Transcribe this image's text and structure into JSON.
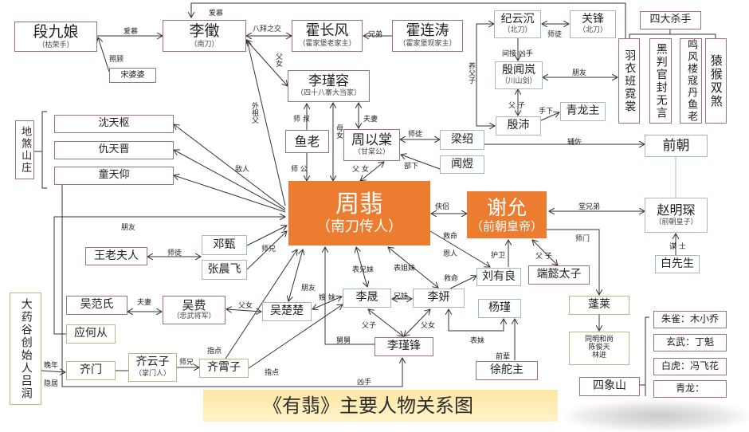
{
  "title": "《有翡》主要人物关系图",
  "colors": {
    "main": "#ec7c30",
    "border_maroon": "#a07373",
    "border_teal": "#9dbcc6",
    "title_bg": "#fde7a3"
  },
  "nodes": [
    {
      "id": "duanjiuniang",
      "name": "段九娘",
      "sub": "（枯荣手）"
    },
    {
      "id": "lizhi",
      "name": "李徵",
      "sub": "（南刀）"
    },
    {
      "id": "huochangfeng",
      "name": "霍长风",
      "sub": "（霍家堡老家主）"
    },
    {
      "id": "huoliantao",
      "name": "霍连涛",
      "sub": "（霍家堡现家主）"
    },
    {
      "id": "songpopo",
      "name": "宋婆婆",
      "sub": ""
    },
    {
      "id": "lijinrong",
      "name": "李瑾容",
      "sub": "（四十八寨大当家）"
    },
    {
      "id": "yulao",
      "name": "鱼老",
      "sub": ""
    },
    {
      "id": "zhouyitang",
      "name": "周以棠",
      "sub": "（甘棠公）"
    },
    {
      "id": "shentianshu",
      "name": "沈天枢",
      "sub": ""
    },
    {
      "id": "qiutianjin",
      "name": "仇天晋",
      "sub": ""
    },
    {
      "id": "tongtianyang",
      "name": "童天仰",
      "sub": ""
    },
    {
      "id": "dishashanzhuang",
      "name": "地煞山庄",
      "sub": ""
    },
    {
      "id": "jiyunchen",
      "name": "纪云沉",
      "sub": "（北刀）"
    },
    {
      "id": "guanfeng",
      "name": "关锋",
      "sub": "（北刀）"
    },
    {
      "id": "yinwenlan",
      "name": "殷闻岚",
      "sub": "（川山剑）"
    },
    {
      "id": "yinpei",
      "name": "殷沛",
      "sub": ""
    },
    {
      "id": "qinglongzhu",
      "name": "青龙主",
      "sub": ""
    },
    {
      "id": "sidashashou",
      "name": "四大杀手",
      "sub": ""
    },
    {
      "id": "yuyiban",
      "name": "羽衣班霓裳",
      "sub": ""
    },
    {
      "id": "heipanguan",
      "name": "黑判官封无言",
      "sub": ""
    },
    {
      "id": "mingfenglou",
      "name": "鸣风楼寇丹鱼老",
      "sub": ""
    },
    {
      "id": "yuanhou",
      "name": "猿猴双煞",
      "sub": ""
    },
    {
      "id": "liangshao",
      "name": "梁绍",
      "sub": ""
    },
    {
      "id": "wenyu",
      "name": "闻煜",
      "sub": ""
    },
    {
      "id": "qianchao",
      "name": "前朝",
      "sub": ""
    },
    {
      "id": "zhoufei",
      "name": "周翡",
      "sub": "（南刀传人）"
    },
    {
      "id": "xieyun",
      "name": "谢允",
      "sub": "（前朝皇帝）"
    },
    {
      "id": "zhaomingchen",
      "name": "赵明琛",
      "sub": "（前朝皇子）"
    },
    {
      "id": "baixiansheng",
      "name": "白先生",
      "sub": ""
    },
    {
      "id": "dengzhen",
      "name": "邓甄",
      "sub": ""
    },
    {
      "id": "zhangchenfei",
      "name": "张晨飞",
      "sub": ""
    },
    {
      "id": "wanglaofuren",
      "name": "王老夫人",
      "sub": ""
    },
    {
      "id": "wufanshi",
      "name": "吴范氏",
      "sub": ""
    },
    {
      "id": "wufei",
      "name": "吴费",
      "sub": "（忠武将军）"
    },
    {
      "id": "wuchuchu",
      "name": "吴楚楚",
      "sub": ""
    },
    {
      "id": "lisheng",
      "name": "李晟",
      "sub": ""
    },
    {
      "id": "liyan",
      "name": "李妍",
      "sub": ""
    },
    {
      "id": "liuyouliang",
      "name": "刘有良",
      "sub": ""
    },
    {
      "id": "duanyitaizi",
      "name": "端懿太子",
      "sub": ""
    },
    {
      "id": "yangjin",
      "name": "杨瑾",
      "sub": ""
    },
    {
      "id": "lijinfeng",
      "name": "李瑾锋",
      "sub": ""
    },
    {
      "id": "xuduozhu",
      "name": "徐舵主",
      "sub": ""
    },
    {
      "id": "penglai",
      "name": "蓬莱",
      "sub": ""
    },
    {
      "id": "penglai_members",
      "name": "同明和尚\n陈俊天\n林进",
      "sub": ""
    },
    {
      "id": "sixiangshan",
      "name": "四象山",
      "sub": ""
    },
    {
      "id": "zhuque",
      "name": "朱雀：木小乔",
      "sub": ""
    },
    {
      "id": "xuanwu",
      "name": "玄武：丁魁",
      "sub": ""
    },
    {
      "id": "baihu",
      "name": "白虎：冯飞花",
      "sub": ""
    },
    {
      "id": "qinglong",
      "name": "青龙：",
      "sub": ""
    },
    {
      "id": "lvrun",
      "name": "大药谷创始人吕润",
      "sub": ""
    },
    {
      "id": "yinghecong",
      "name": "应何从",
      "sub": ""
    },
    {
      "id": "qimen",
      "name": "齐门",
      "sub": ""
    },
    {
      "id": "qiyunzi",
      "name": "齐云子",
      "sub": "（掌门人）"
    },
    {
      "id": "qixiaozi",
      "name": "齐霄子",
      "sub": ""
    }
  ],
  "edge_labels": [
    "爱慕",
    "爱慕",
    "照顾",
    "八拜之交",
    "兄弟",
    "父女",
    "外祖父",
    "师 叔",
    "母女",
    "夫妻",
    "师 公",
    "父 女",
    "师徒",
    "部下",
    "敌人",
    "朋友",
    "师徒",
    "师兄",
    "养父子",
    "师徒",
    "间接 凶手",
    "朋友",
    "父 子",
    "手下",
    "辅佐",
    "侠侣",
    "堂兄弟",
    "救命",
    "恩人",
    "护卫",
    "父 子",
    "师门",
    "谋 士",
    "表兄妹",
    "表姐妹",
    "救命",
    "朋友",
    "嫂 妹",
    "兄妹",
    "夫妻",
    "父女",
    "父子",
    "父女",
    "舅舅",
    "表妹",
    "前辈",
    "凶手",
    "指点",
    "指点",
    "师兄",
    "晚年",
    "隐居"
  ]
}
